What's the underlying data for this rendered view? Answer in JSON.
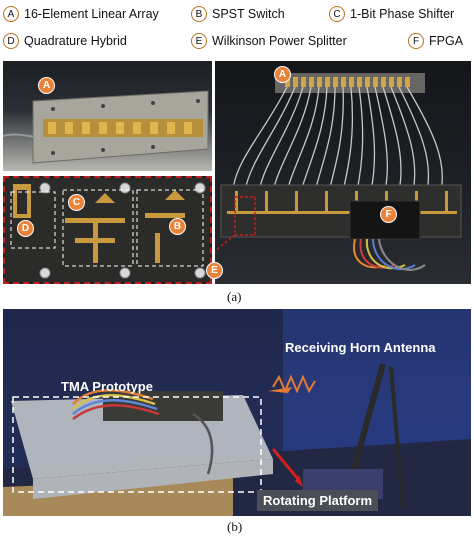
{
  "legend": [
    {
      "letter": "A",
      "text": "16-Element Linear Array"
    },
    {
      "letter": "B",
      "text": "SPST Switch"
    },
    {
      "letter": "C",
      "text": "1-Bit Phase Shifter"
    },
    {
      "letter": "D",
      "text": "Quadrature Hybrid"
    },
    {
      "letter": "E",
      "text": "Wilkinson Power Splitter"
    },
    {
      "letter": "F",
      "text": "FPGA"
    }
  ],
  "captions": {
    "a": "(a)",
    "b": "(b)"
  },
  "photo_b": {
    "tma_label": "TMA Prototype",
    "horn_label": "Receiving Horn Antenna",
    "platform_label": "Rotating Platform"
  },
  "colors": {
    "badge_orange": "#e9833a",
    "dashed_red": "#c02020"
  }
}
